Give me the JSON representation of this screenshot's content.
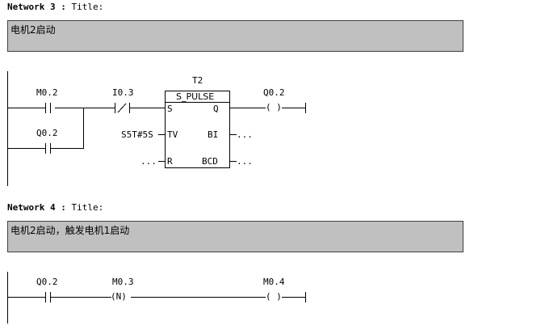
{
  "networks": [
    {
      "header": "Network 3",
      "title_label": "Title:",
      "comment": "电机2启动",
      "contacts": {
        "m02": "M0.2",
        "i03": "I0.3",
        "q02_parallel": "Q0.2"
      },
      "timer": {
        "name": "T2",
        "type": "S_PULSE",
        "pin_s": "S",
        "pin_q": "Q",
        "pin_tv": "TV",
        "pin_bi": "BI",
        "pin_r": "R",
        "pin_bcd": "BCD",
        "tv_value": "S5T#5S",
        "r_value": "...",
        "bi_value": "...",
        "bcd_value": "..."
      },
      "coil": {
        "address": "Q0.2",
        "symbol": "( )"
      }
    },
    {
      "header": "Network 4",
      "title_label": "Title:",
      "comment": "电机2启动，触发电机1启动",
      "contacts": {
        "q02": "Q0.2",
        "m03": "M0.3"
      },
      "edge_symbol": "(N)",
      "coil": {
        "address": "M0.4",
        "symbol": "( )"
      }
    }
  ]
}
